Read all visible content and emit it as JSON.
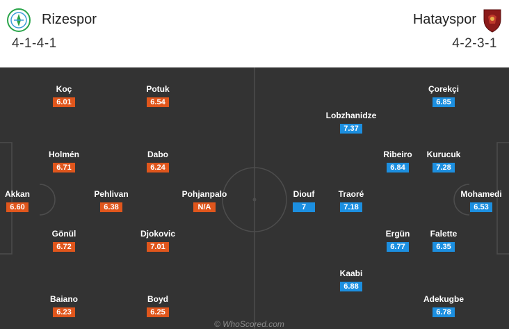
{
  "home": {
    "name": "Rizespor",
    "formation": "4-1-4-1",
    "players": [
      {
        "name": "Koç",
        "rating": "6.01"
      },
      {
        "name": "Potuk",
        "rating": "6.54"
      },
      {
        "name": "Holmén",
        "rating": "6.71"
      },
      {
        "name": "Dabo",
        "rating": "6.24"
      },
      {
        "name": "Akkan",
        "rating": "6.60"
      },
      {
        "name": "Pehlivan",
        "rating": "6.38"
      },
      {
        "name": "Pohjanpalo",
        "rating": "N/A"
      },
      {
        "name": "Gönül",
        "rating": "6.72"
      },
      {
        "name": "Djokovic",
        "rating": "7.01"
      },
      {
        "name": "Baiano",
        "rating": "6.23"
      },
      {
        "name": "Boyd",
        "rating": "6.25"
      }
    ]
  },
  "away": {
    "name": "Hatayspor",
    "formation": "4-2-3-1",
    "players": [
      {
        "name": "Çorekçi",
        "rating": "6.85"
      },
      {
        "name": "Lobzhanidze",
        "rating": "7.37"
      },
      {
        "name": "Ribeiro",
        "rating": "6.84"
      },
      {
        "name": "Kurucuk",
        "rating": "7.28"
      },
      {
        "name": "Diouf",
        "rating": "7"
      },
      {
        "name": "Traoré",
        "rating": "7.18"
      },
      {
        "name": "Mohamedi",
        "rating": "6.53"
      },
      {
        "name": "Ergün",
        "rating": "6.77"
      },
      {
        "name": "Falette",
        "rating": "6.35"
      },
      {
        "name": "Kaabi",
        "rating": "6.88"
      },
      {
        "name": "Adekugbe",
        "rating": "6.78"
      }
    ]
  },
  "colors": {
    "pitch": "#333333",
    "home_rating": "#e0561c",
    "away_rating": "#1c8fe0"
  },
  "icons": {
    "home_crest": "rizespor-crest-icon",
    "away_crest": "hatayspor-crest-icon"
  },
  "watermark": "© WhoScored.com"
}
